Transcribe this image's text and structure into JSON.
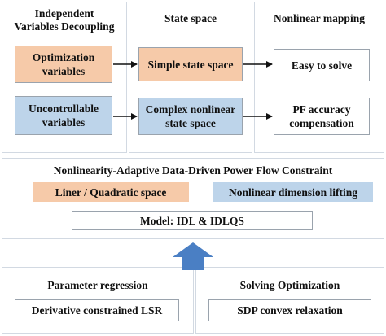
{
  "top": {
    "col1": {
      "title": "Independent\nVariables Decoupling",
      "box1": "Optimization\nvariables",
      "box2": "Uncontrollable\nvariables"
    },
    "col2": {
      "title": "State space",
      "box1": "Simple state space",
      "box2": "Complex nonlinear\nstate space"
    },
    "col3": {
      "title": "Nonlinear mapping",
      "box1": "Easy to solve",
      "box2": "PF accuracy\ncompensation"
    }
  },
  "middle": {
    "title": "Nonlinearity-Adaptive Data-Driven Power Flow Constraint",
    "left_box": "Liner / Quadratic space",
    "right_box": "Nonlinear dimension lifting",
    "model_box": "Model:  IDL & IDLQS"
  },
  "bottom": {
    "left": {
      "title": "Parameter regression",
      "box": "Derivative constrained LSR"
    },
    "right": {
      "title": "Solving Optimization",
      "box": "SDP convex relaxation"
    }
  },
  "colors": {
    "orange": "#f6caa9",
    "blue": "#bdd4ea",
    "up_arrow": "#4a7fc4",
    "border": "#d2d9e2"
  }
}
